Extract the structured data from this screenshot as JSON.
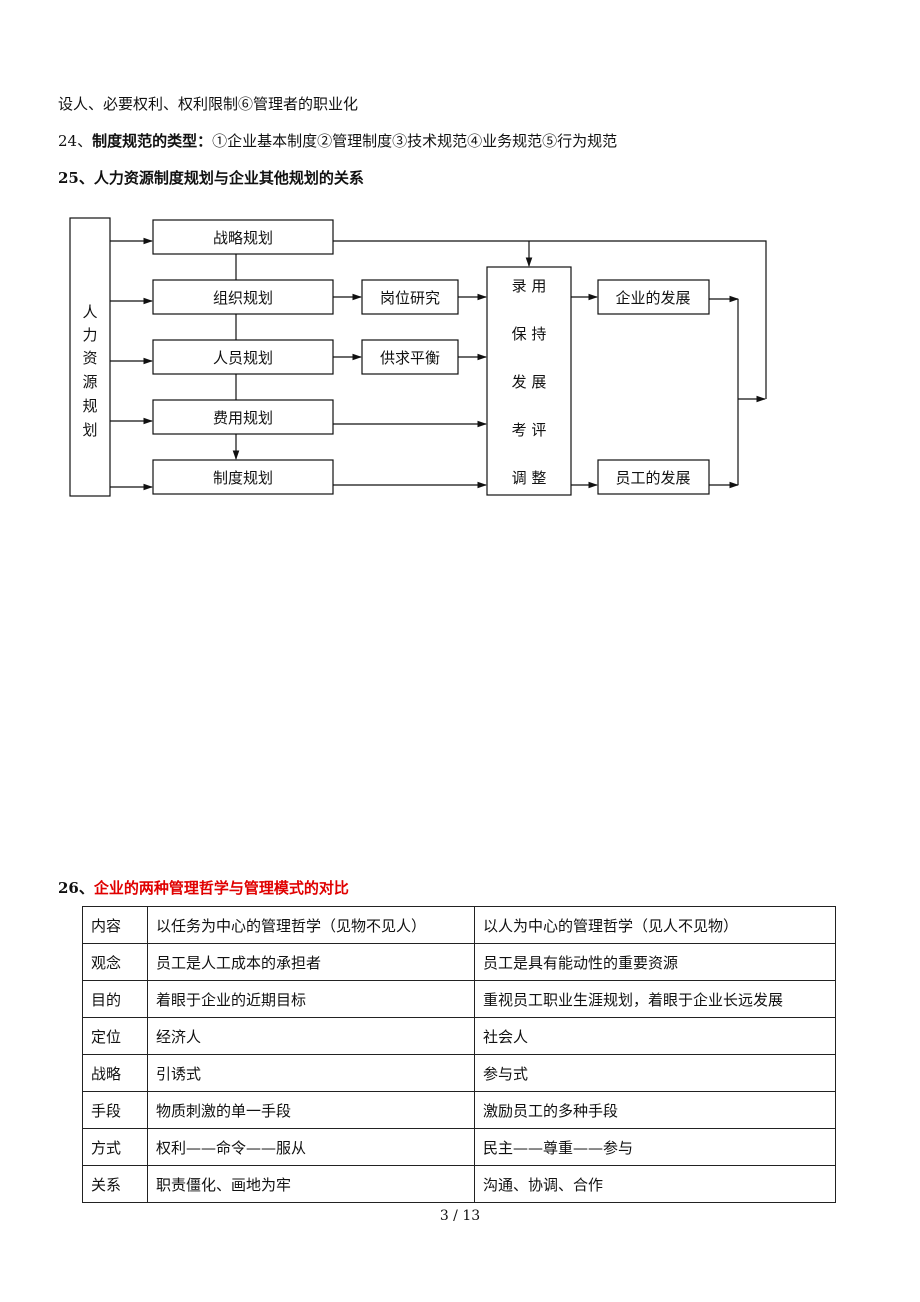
{
  "lines": {
    "l1": "设人、必要权利、权利限制⑥管理者的职业化",
    "l2_num": "24、",
    "l2_bold": "制度规范的类型：",
    "l2_rest": "①企业基本制度②管理制度③技术规范④业务规范⑤行为规范",
    "l3": "25、人力资源制度规划与企业其他规划的关系"
  },
  "diagram": {
    "left_box": [
      "人",
      "力",
      "资",
      "源",
      "规",
      "划"
    ],
    "plans": [
      "战略规划",
      "组织规划",
      "人员规划",
      "费用规划",
      "制度规划"
    ],
    "mid": [
      "岗位研究",
      "供求平衡"
    ],
    "center": [
      "录 用",
      "保 持",
      "发 展",
      "考 评",
      "调 整"
    ],
    "outcomes": [
      "企业的发展",
      "员工的发展"
    ]
  },
  "section26": {
    "num": "26、",
    "title": "企业的两种管理哲学与管理模式的对比"
  },
  "table": {
    "rows": [
      [
        "内容",
        "以任务为中心的管理哲学（见物不见人）",
        "以人为中心的管理哲学（见人不见物）"
      ],
      [
        "观念",
        "员工是人工成本的承担者",
        "员工是具有能动性的重要资源"
      ],
      [
        "目的",
        "着眼于企业的近期目标",
        "重视员工职业生涯规划，着眼于企业长远发展"
      ],
      [
        "定位",
        "经济人",
        "社会人"
      ],
      [
        "战略",
        "引诱式",
        "参与式"
      ],
      [
        "手段",
        "物质刺激的单一手段",
        "激励员工的多种手段"
      ],
      [
        "方式",
        "权利——命令——服从",
        "民主——尊重——参与"
      ],
      [
        "关系",
        "职责僵化、画地为牢",
        "沟通、协调、合作"
      ]
    ]
  },
  "footer": {
    "page": "3 / 13"
  }
}
